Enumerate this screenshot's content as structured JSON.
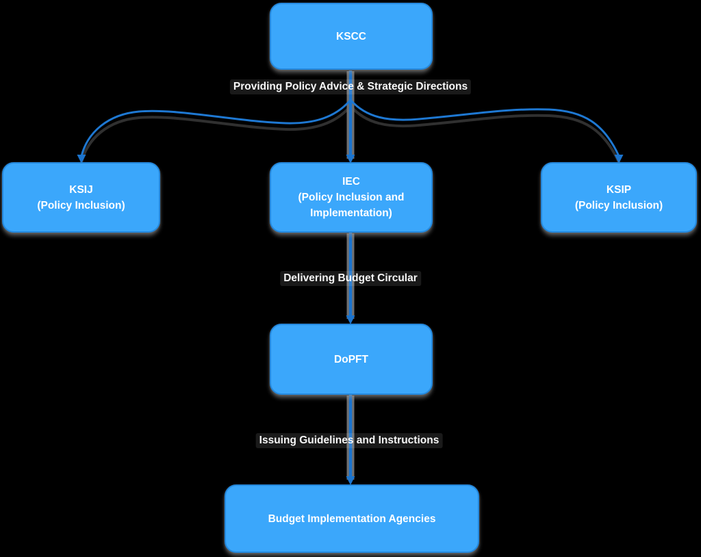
{
  "diagram": {
    "title": "Budget policy flow diagram",
    "background": "#000000",
    "node_fill": "#3BA7FB",
    "node_border": "#2488DD",
    "edge_color": "#1B74CE",
    "edge_casing_color": "#707070",
    "text_color": "#FFFFFF",
    "nodes": {
      "kscc": {
        "label": "KSCC"
      },
      "ksij": {
        "label": "KSIJ",
        "sublabel": "(Policy Inclusion)"
      },
      "iec": {
        "label": "IEC",
        "sublabel": "(Policy Inclusion and Implementation)"
      },
      "ksip": {
        "label": "KSIP",
        "sublabel": "(Policy Inclusion)"
      },
      "dopft": {
        "label": "DoPFT"
      },
      "bia": {
        "label": "Budget Implementation Agencies"
      }
    },
    "edge_labels": {
      "policy_advice": "Providing Policy Advice & Strategic Directions",
      "budget_circular": "Delivering Budget Circular",
      "guidelines": "Issuing Guidelines and Instructions"
    }
  }
}
